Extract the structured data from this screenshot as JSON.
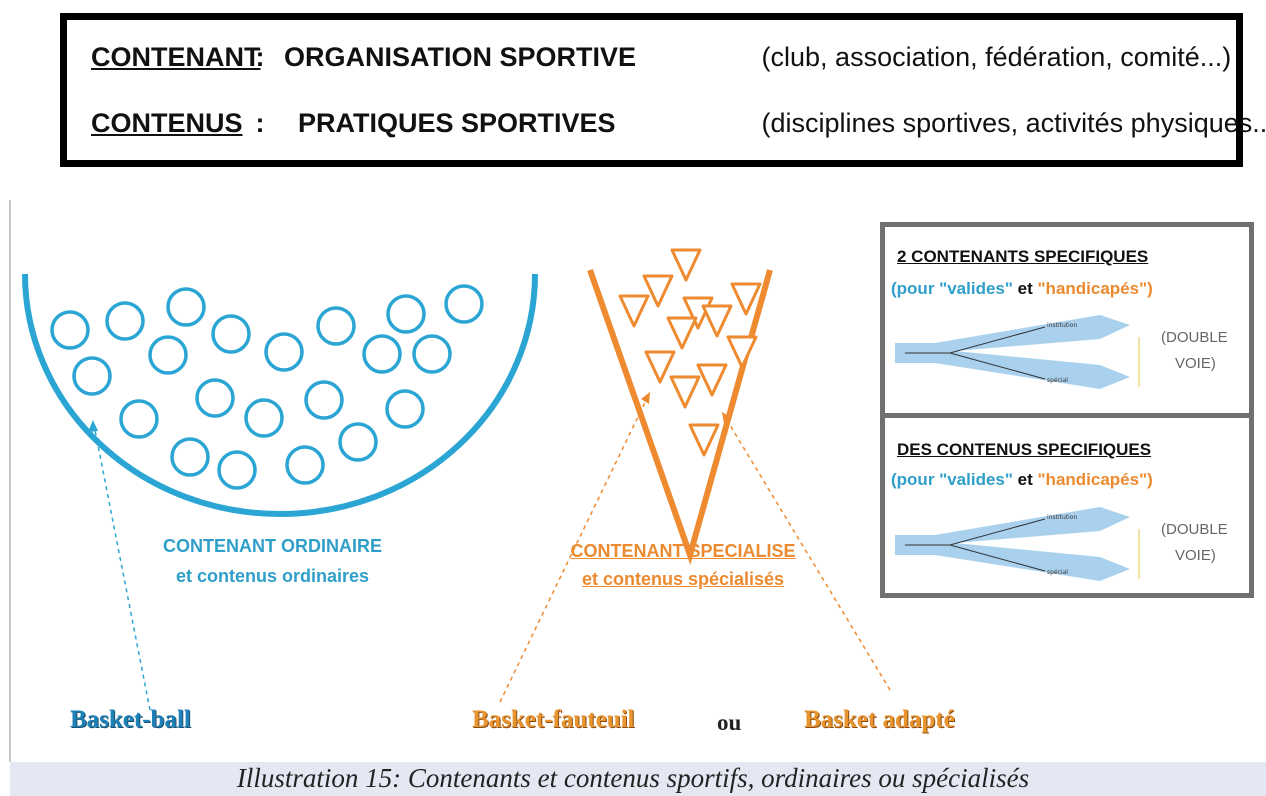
{
  "definitions": {
    "row1": {
      "key": "CONTENANT",
      "colon": " :",
      "value": "ORGANISATION SPORTIVE",
      "examples": "(club, association, fédération, comité...)"
    },
    "row2": {
      "key": "CONTENUS",
      "colon": " :",
      "value": "PRATIQUES SPORTIVES",
      "examples": "(disciplines sportives, activités physiques...)"
    }
  },
  "ordinary": {
    "label_line1": "CONTENANT ORDINAIRE",
    "label_line2": "et contenus ordinaires",
    "color": "#2f9fc9"
  },
  "specialized": {
    "label_line1": "CONTENANT SPECIALISE",
    "label_line2": "et contenus spécialisés",
    "color": "#ec8a30"
  },
  "sports": {
    "ordinary": "Basket-ball",
    "special_1": "Basket-fauteuil",
    "connector": "ou",
    "special_2": "Basket adapté"
  },
  "panel": {
    "top": {
      "title": "2 CONTENANTS SPECIFIQUES",
      "sub_open": "(pour ",
      "valides": "\"valides\"",
      "et": " et ",
      "handicapes": "\"handicapés\")",
      "dv1": "(DOUBLE",
      "dv2": "VOIE)",
      "branch_top": "institution",
      "branch_bottom": "spécial"
    },
    "bottom": {
      "title": "DES CONTENUS SPECIFIQUES",
      "sub_open": "(pour ",
      "valides": "\"valides\"",
      "et": " et ",
      "handicapes": "\"handicapés\")",
      "dv1": "(DOUBLE",
      "dv2": "VOIE)",
      "branch_top": "institution",
      "branch_bottom": "spécial"
    }
  },
  "caption": "Illustration 15: Contenants et contenus sportifs, ordinaires ou spécialisés"
}
